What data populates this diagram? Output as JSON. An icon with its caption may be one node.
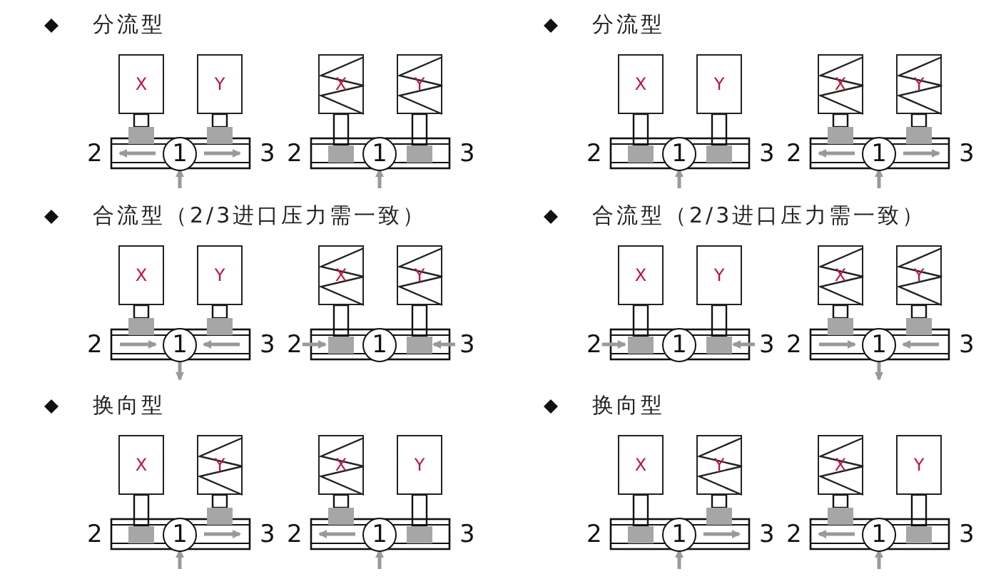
{
  "diagram": {
    "nodes": [
      {
        "text": [
          "X"
        ]
      },
      {
        "text": [
          "Y"
        ]
      },
      {
        "text": [
          "1"
        ]
      },
      {
        "text": [
          "X"
        ]
      },
      {
        "text": [
          "Y"
        ]
      },
      {
        "text": [
          "1"
        ]
      },
      {
        "text": [
          "X"
        ]
      },
      {
        "text": [
          "Y"
        ]
      },
      {
        "text": [
          "1"
        ]
      },
      {
        "text": [
          "X"
        ]
      },
      {
        "text": [
          "Y"
        ]
      },
      {
        "text": [
          "1"
        ]
      },
      {
        "text": [
          "X"
        ]
      },
      {
        "text": [
          "Y"
        ]
      },
      {
        "text": [
          "1"
        ]
      },
      {
        "text": [
          "X"
        ]
      },
      {
        "text": [
          "Y"
        ]
      },
      {
        "text": [
          "1"
        ]
      },
      {
        "text": [
          "X"
        ]
      },
      {
        "text": [
          "Y"
        ]
      },
      {
        "text": [
          "1"
        ]
      },
      {
        "text": [
          "X"
        ]
      },
      {
        "text": [
          "Y"
        ]
      },
      {
        "text": [
          "1"
        ]
      },
      {
        "text": [
          "X"
        ]
      },
      {
        "text": [
          "Y"
        ]
      },
      {
        "text": [
          "1"
        ]
      },
      {
        "text": [
          "X"
        ]
      },
      {
        "text": [
          "Y"
        ]
      },
      {
        "text": [
          "1"
        ]
      },
      {
        "text": [
          "X"
        ]
      },
      {
        "text": [
          "Y"
        ]
      },
      {
        "text": [
          "1"
        ]
      },
      {
        "text": [
          "X"
        ]
      },
      {
        "text": [
          "Y"
        ]
      },
      {
        "text": [
          "1"
        ]
      }
    ],
    "labels": [
      "分流型",
      "分流型",
      "2",
      "3",
      "2",
      "3",
      "2",
      "3",
      "2",
      "3",
      "合流型（2/3进口压力需一致）",
      "合流型（2/3进口压力需一致）",
      "2",
      "3",
      "2",
      "3",
      "2",
      "3",
      "2",
      "3",
      "换向型",
      "换向型",
      "2",
      "3",
      "2",
      "3",
      "2",
      "3",
      "2",
      "3"
    ]
  }
}
